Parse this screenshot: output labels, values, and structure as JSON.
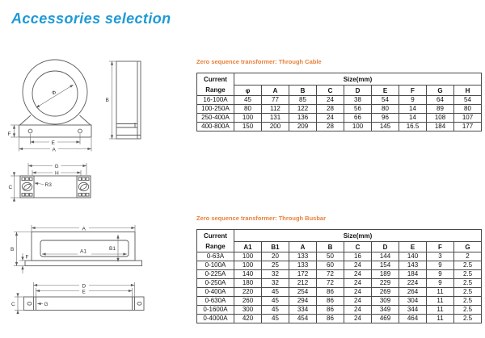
{
  "page": {
    "title": "Accessories selection",
    "title_color": "#1e9ad6",
    "caption_color": "#e8813b"
  },
  "drawings": {
    "cable_front": {
      "phi_center": "Φ",
      "f": "F",
      "e": "E",
      "a": "A",
      "b": "B"
    },
    "cable_top": {
      "g": "G",
      "h": "H",
      "c": "C",
      "r3": "R3"
    },
    "busbar_front": {
      "a": "A",
      "b": "B",
      "f": "F",
      "a1": "A1",
      "b1": "B1"
    },
    "busbar_bottom": {
      "d": "D",
      "e": "E",
      "c": "C",
      "g": "G"
    }
  },
  "tables": {
    "cable": {
      "caption": "Zero sequence transformer: Through Cable",
      "corner_line1": "Current",
      "corner_line2": "Range",
      "size_header": "Size(mm)",
      "columns": [
        "φ",
        "A",
        "B",
        "C",
        "D",
        "E",
        "F",
        "G",
        "H"
      ],
      "rows": [
        [
          "16-100A",
          "45",
          "77",
          "85",
          "24",
          "38",
          "54",
          "9",
          "64",
          "54"
        ],
        [
          "100-250A",
          "80",
          "112",
          "122",
          "28",
          "56",
          "80",
          "14",
          "89",
          "80"
        ],
        [
          "250-400A",
          "100",
          "131",
          "136",
          "24",
          "66",
          "96",
          "14",
          "108",
          "107"
        ],
        [
          "400-800A",
          "150",
          "200",
          "209",
          "28",
          "100",
          "145",
          "16.5",
          "184",
          "177"
        ]
      ]
    },
    "busbar": {
      "caption": "Zero sequence transformer: Through Busbar",
      "corner_line1": "Current",
      "corner_line2": "Range",
      "size_header": "Size(mm)",
      "columns": [
        "A1",
        "B1",
        "A",
        "B",
        "C",
        "D",
        "E",
        "F",
        "G"
      ],
      "rows": [
        [
          "0-63A",
          "100",
          "20",
          "133",
          "50",
          "16",
          "144",
          "140",
          "3",
          "2"
        ],
        [
          "0-100A",
          "100",
          "25",
          "133",
          "60",
          "24",
          "154",
          "143",
          "9",
          "2.5"
        ],
        [
          "0-225A",
          "140",
          "32",
          "172",
          "72",
          "24",
          "189",
          "184",
          "9",
          "2.5"
        ],
        [
          "0-250A",
          "180",
          "32",
          "212",
          "72",
          "24",
          "229",
          "224",
          "9",
          "2.5"
        ],
        [
          "0-400A",
          "220",
          "45",
          "254",
          "86",
          "24",
          "269",
          "264",
          "11",
          "2.5"
        ],
        [
          "0-630A",
          "260",
          "45",
          "294",
          "86",
          "24",
          "309",
          "304",
          "11",
          "2.5"
        ],
        [
          "0-1600A",
          "300",
          "45",
          "334",
          "86",
          "24",
          "349",
          "344",
          "11",
          "2.5"
        ],
        [
          "0-4000A",
          "420",
          "45",
          "454",
          "86",
          "24",
          "469",
          "464",
          "11",
          "2.5"
        ]
      ]
    }
  }
}
